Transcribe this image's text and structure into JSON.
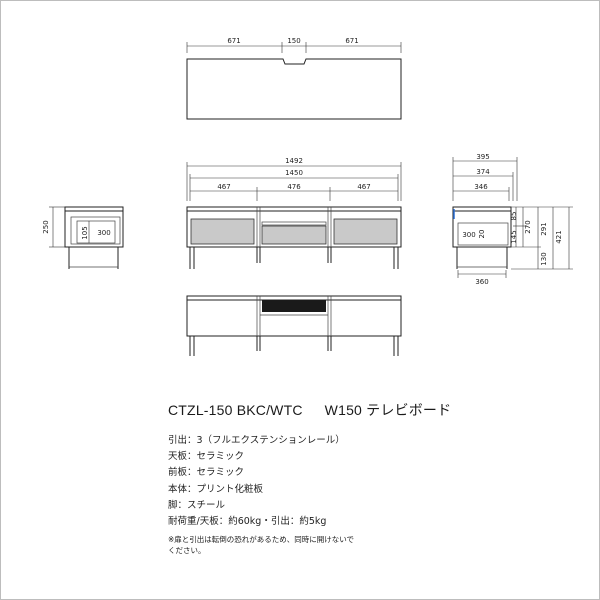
{
  "top_view": {
    "dims": [
      "671",
      "150",
      "671"
    ]
  },
  "front_view": {
    "overall": "1492",
    "inner": "1450",
    "sections": [
      "467",
      "476",
      "467"
    ]
  },
  "left_side": {
    "height": "250",
    "drawer_h": "105",
    "drawer_d": "300"
  },
  "right_side": {
    "depth_total": "395",
    "depth_mid": "374",
    "depth_inner": "346",
    "drawer_d": "300",
    "drawer_gap": "20",
    "leg_depth": "360",
    "h_85": "85",
    "h_145": "145",
    "h_270": "270",
    "h_291": "291",
    "h_421": "421",
    "h_130": "130"
  },
  "product": {
    "model": "CTZL-150 BKC/WTC",
    "name": "W150 テレビボード"
  },
  "specs": [
    "引出：3（フルエクステンションレール）",
    "天板：セラミック",
    "前板：セラミック",
    "本体：プリント化粧板",
    "脚：スチール",
    "耐荷重/天板：約60kg・引出：約5kg"
  ],
  "note": "※扉と引出は転倒の恐れがあるため、同時に開けないでください。"
}
